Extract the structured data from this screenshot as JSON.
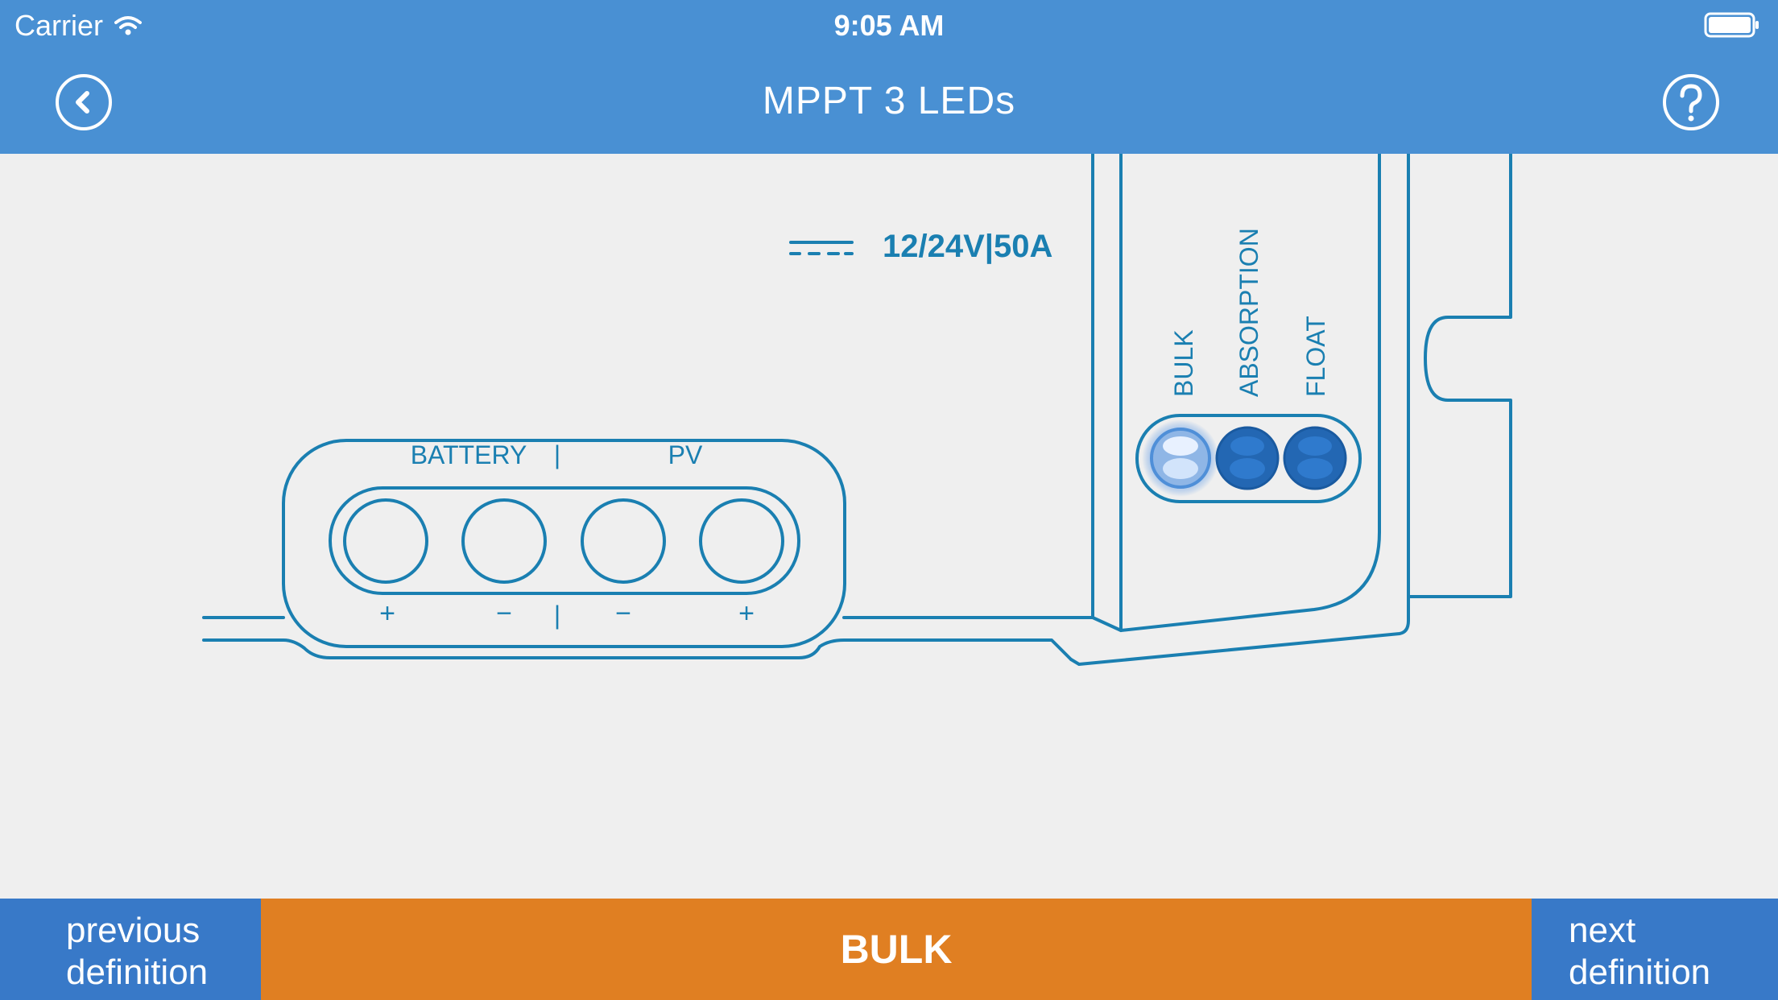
{
  "status_bar": {
    "carrier": "Carrier",
    "time": "9:05 AM",
    "wifi_icon": "wifi-icon",
    "battery_icon": "battery-icon"
  },
  "nav": {
    "title": "MPPT 3 LEDs",
    "back_icon": "chevron-left-icon",
    "help_icon": "question-mark-icon"
  },
  "device": {
    "rating": "12/24V|50A",
    "dc_symbol": "dc-symbol-icon",
    "terminal_labels": {
      "battery": "BATTERY",
      "separator": "|",
      "pv": "PV"
    },
    "terminal_signs": [
      "+",
      "−",
      "|",
      "−",
      "+"
    ],
    "leds": [
      {
        "label": "BULK",
        "state": "on"
      },
      {
        "label": "ABSORPTION",
        "state": "off"
      },
      {
        "label": "FLOAT",
        "state": "off"
      }
    ]
  },
  "colors": {
    "header": "#4990d3",
    "line": "#1a7fb1",
    "side_button": "#3879c8",
    "state_bar": "#e07f22",
    "led_off": "#2367b3",
    "led_on": "#8fb6e6",
    "background": "#efefef"
  },
  "bottom_bar": {
    "prev_line1": "previous",
    "prev_line2": "definition",
    "current_state": "BULK",
    "next_line1": "next",
    "next_line2": "definition"
  }
}
